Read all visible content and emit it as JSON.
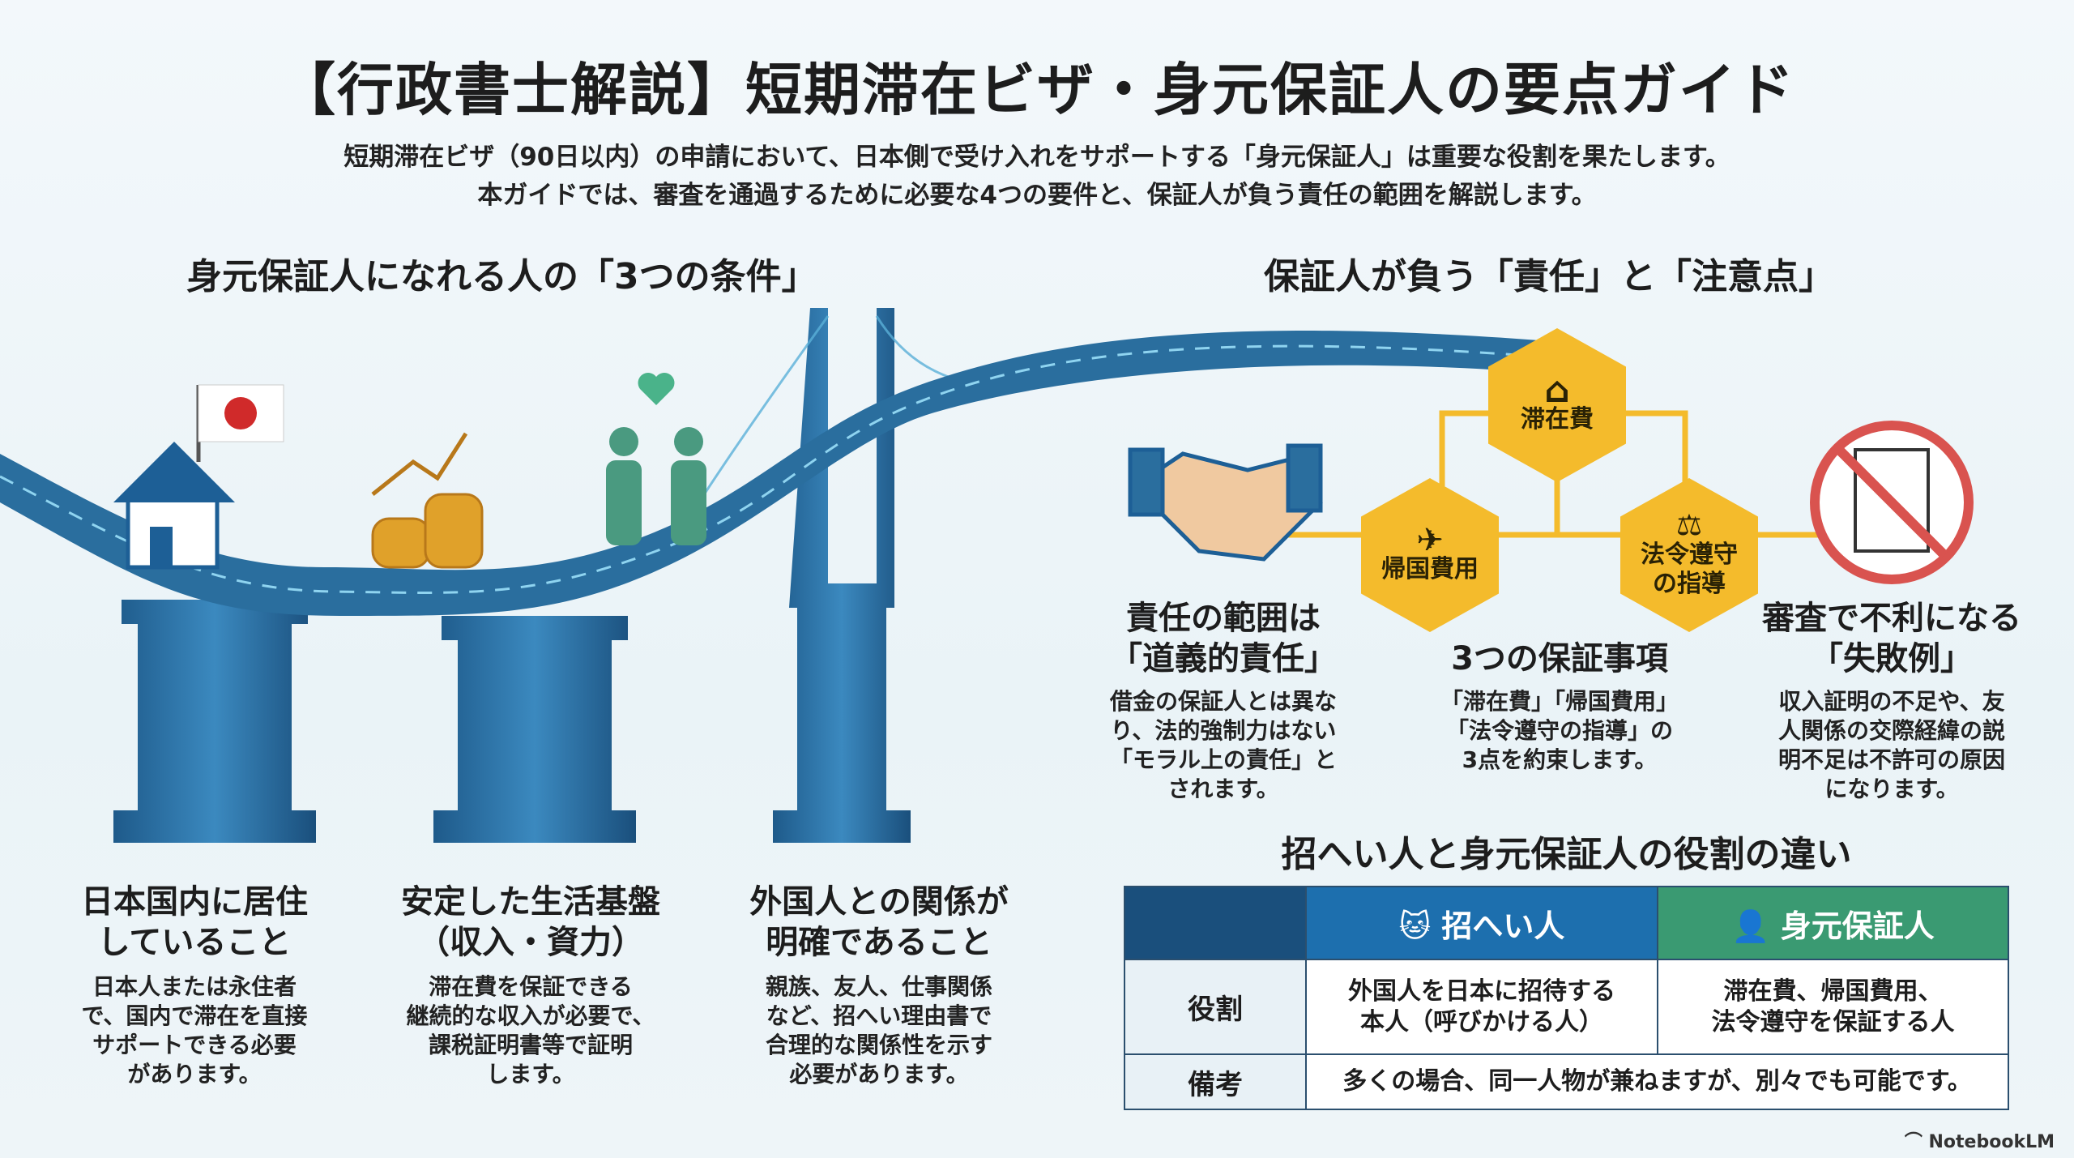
{
  "title": "【行政書士解説】短期滞在ビザ・身元保証人の要点ガイド",
  "subtitle": [
    "短期滞在ビザ（90日以内）の申請において、日本側で受け入れをサポートする「身元保証人」は重要な役割を果たします。",
    "本ガイドでは、審査を通過するために必要な4つの要件と、保証人が負う責任の範囲を解説します。"
  ],
  "left": {
    "heading": "身元保証人になれる人の「3つの条件」",
    "conditions": [
      {
        "title": [
          "日本国内に居住",
          "していること"
        ],
        "body": [
          "日本人または永住者",
          "で、国内で滞在を直接",
          "サポートできる必要",
          "があります。"
        ]
      },
      {
        "title": [
          "安定した生活基盤",
          "（収入・資力）"
        ],
        "body": [
          "滞在費を保証できる",
          "継続的な収入が必要で、",
          "課税証明書等で証明",
          "します。"
        ]
      },
      {
        "title": [
          "外国人との関係が",
          "明確であること"
        ],
        "body": [
          "親族、友人、仕事関係",
          "など、招へい理由書で",
          "合理的な関係性を示す",
          "必要があります。"
        ]
      }
    ]
  },
  "right": {
    "heading": "保証人が負う「責任」と「注意点」",
    "hexagons": [
      {
        "label": [
          "滞在費"
        ]
      },
      {
        "label": [
          "帰国費用"
        ]
      },
      {
        "label": [
          "法令遵守",
          "の指導"
        ]
      }
    ],
    "points": [
      {
        "title": [
          "責任の範囲は",
          "「道義的責任」"
        ],
        "body": [
          "借金の保証人とは異な",
          "り、法的強制力はない",
          "「モラル上の責任」と",
          "されます。"
        ]
      },
      {
        "title": [
          "3つの保証事項"
        ],
        "body": [
          "「滞在費」「帰国費用」",
          "「法令遵守の指導」の",
          "3点を約束します。"
        ]
      },
      {
        "title": [
          "審査で不利になる",
          "「失敗例」"
        ],
        "body": [
          "収入証明の不足や、友",
          "人関係の交際経緯の説",
          "明不足は不許可の原因",
          "になります。"
        ]
      }
    ]
  },
  "table": {
    "heading": "招へい人と身元保証人の役割の違い",
    "headers": [
      "招へい人",
      "身元保証人"
    ],
    "rows": [
      {
        "label": "役割",
        "cells": [
          [
            "外国人を日本に招待する",
            "本人（呼びかける人）"
          ],
          [
            "滞在費、帰国費用、",
            "法令遵守を保証する人"
          ]
        ]
      },
      {
        "label": "備考",
        "merged": "多くの場合、同一人物が兼ねますが、別々でも可能です。"
      }
    ]
  },
  "watermark": "NotebookLM",
  "colors": {
    "bridge": "#2a6e9e",
    "hex": "#f4bb2c",
    "tableDark": "#1d5f96",
    "tableGreen": "#3a9a72",
    "prohibit": "#d9534f"
  }
}
